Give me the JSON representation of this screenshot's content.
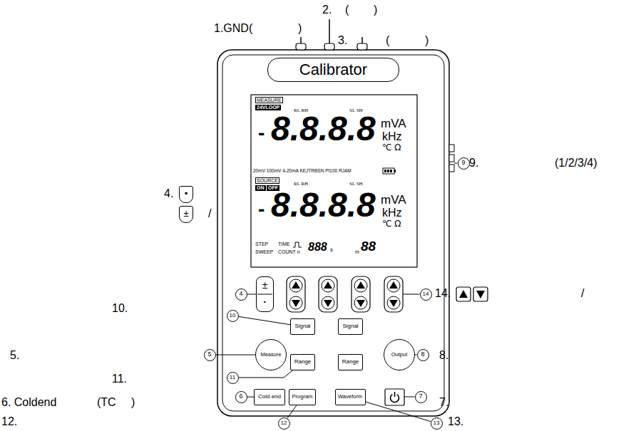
{
  "diagram": {
    "nodes": [
      {
        "text": [
          "Calibrator"
        ]
      },
      {
        "text": [
          "±",
          "·"
        ]
      },
      {
        "text": [
          "Signal"
        ]
      },
      {
        "text": [
          "Signal"
        ]
      },
      {
        "text": [
          "Measure"
        ]
      },
      {
        "text": [
          "Range"
        ]
      },
      {
        "text": [
          "Range"
        ]
      },
      {
        "text": [
          "Output"
        ]
      },
      {
        "text": [
          "Cold end"
        ]
      },
      {
        "text": [
          "Program"
        ]
      },
      {
        "text": [
          "Waveform"
        ]
      },
      {
        "text": [
          "4"
        ]
      },
      {
        "text": [
          "14"
        ]
      },
      {
        "text": [
          "10"
        ]
      },
      {
        "text": [
          "5"
        ]
      },
      {
        "text": [
          "8"
        ]
      },
      {
        "text": [
          "11"
        ]
      },
      {
        "text": [
          "6"
        ]
      },
      {
        "text": [
          "7"
        ]
      },
      {
        "text": [
          "9"
        ]
      },
      {
        "text": [
          "12"
        ]
      },
      {
        "text": [
          "13"
        ]
      },
      {
        "text": [
          "•"
        ]
      },
      {
        "text": [
          "±"
        ]
      }
    ],
    "edges": [
      {
        "from": 11,
        "to": 1,
        "arrow": "none"
      },
      {
        "from": 13,
        "to": 2,
        "arrow": "none"
      },
      {
        "from": 14,
        "to": 4,
        "arrow": "none"
      },
      {
        "from": 16,
        "to": 5,
        "arrow": "none"
      },
      {
        "from": 17,
        "to": 8,
        "arrow": "none"
      },
      {
        "from": 15,
        "to": 7,
        "arrow": "none"
      },
      {
        "from": 20,
        "to": 9,
        "arrow": "none"
      },
      {
        "from": 21,
        "to": 10,
        "arrow": "none"
      }
    ],
    "labels": [
      "1.GND(",
      ")",
      "2.",
      "(",
      ")",
      "3.",
      "(",
      ")",
      "MEASURE",
      "24VLOOP",
      "RL RH",
      "SL SH",
      "-",
      "8.8.8.8",
      "mVA",
      "kHz",
      "℃ Ω",
      "20mV 100mV 4-20mA KEJTRBSN Pt100 RJAM",
      "SOURCE",
      "ON",
      "OFF",
      "RL RH",
      "SL SH",
      "-",
      "8.8.8.8",
      "mVA",
      "kHz",
      "℃ Ω",
      "STEP",
      "SWEEP",
      "TIME",
      "COUNT n",
      "888",
      "s",
      "m",
      "88",
      "4.",
      "/",
      "9.",
      "(1/2/3/4)",
      "10.",
      "5.",
      "11.",
      "6. Coldend",
      "(TC",
      ")",
      "12.",
      "8.",
      "7.",
      "13.",
      "14.",
      "/"
    ]
  }
}
